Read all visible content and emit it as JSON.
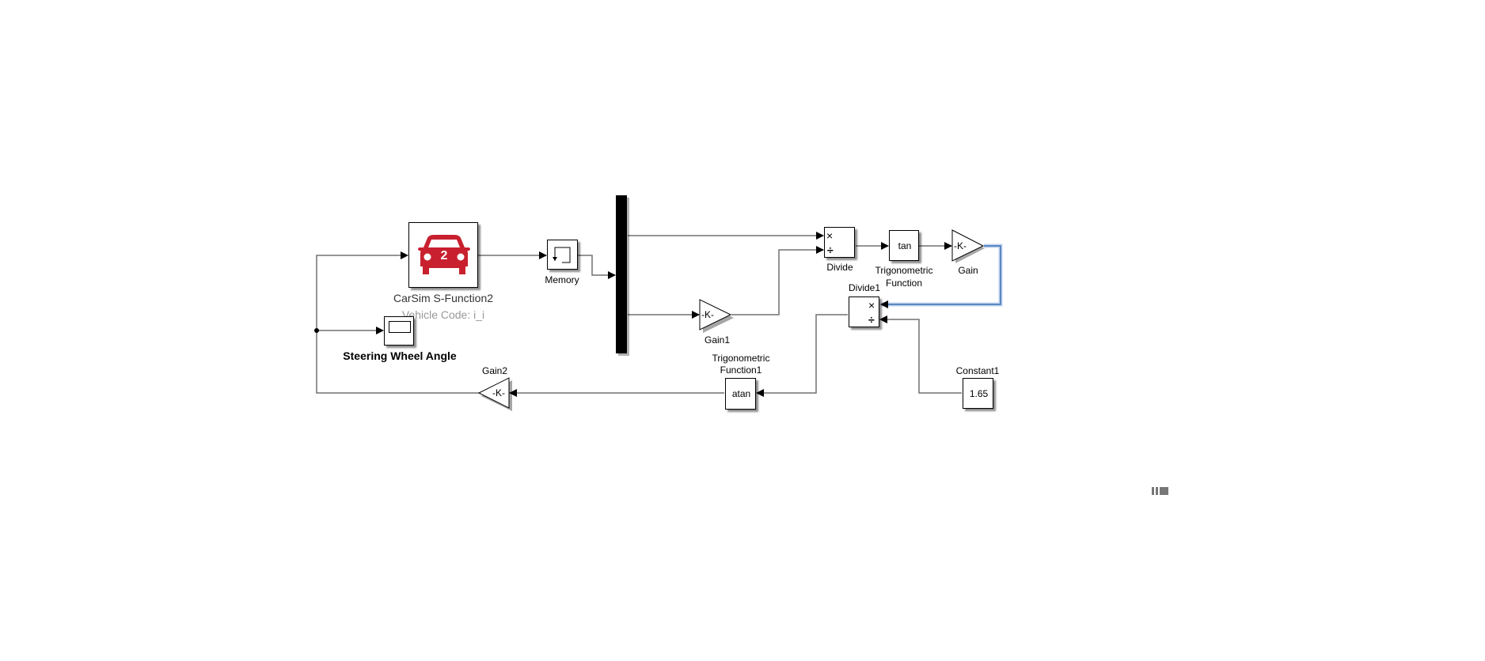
{
  "model": {
    "blocks": {
      "carsim": {
        "label": "CarSim S-Function2",
        "sublabel": "Vehicle Code: i_i",
        "icon_text": "2",
        "icon": "car-icon",
        "color": "#C8202E"
      },
      "scope": {
        "label": "Steering Wheel Angle",
        "icon": "scope-icon"
      },
      "memory": {
        "label": "Memory",
        "icon": "memory-icon"
      },
      "mux": {
        "label": ""
      },
      "divide": {
        "label": "Divide",
        "op1": "×",
        "op2": "÷"
      },
      "divide1": {
        "label": "Divide1",
        "op1": "×",
        "op2": "÷"
      },
      "trig": {
        "label1": "Trigonometric",
        "label2": "Function",
        "func": "tan"
      },
      "trig1": {
        "label1": "Trigonometric",
        "label2": "Function1",
        "func": "atan"
      },
      "gain": {
        "label": "Gain",
        "value": "-K-"
      },
      "gain1": {
        "label": "Gain1",
        "value": "-K-"
      },
      "gain2": {
        "label": "Gain2",
        "value": "-K-"
      },
      "constant1": {
        "label": "Constant1",
        "value": "1.65"
      }
    },
    "selected_line_color": "#3C6EB4",
    "line_color": "#707070"
  }
}
